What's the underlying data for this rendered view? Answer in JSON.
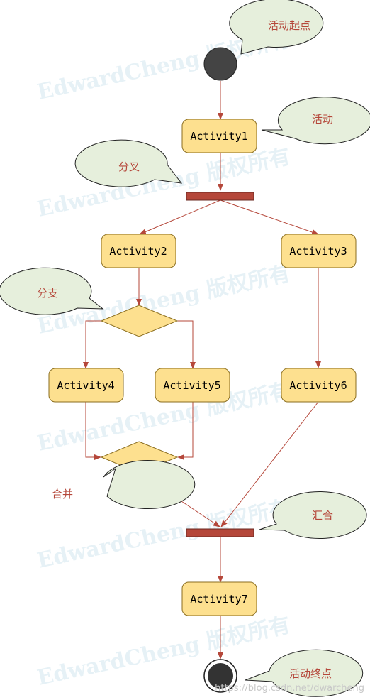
{
  "watermark": "EdwardCheng 版权所有",
  "source_url": "https://blog.csdn.net/dwarcheng",
  "activities": [
    {
      "id": "a1",
      "label": "Activity1"
    },
    {
      "id": "a2",
      "label": "Activity2"
    },
    {
      "id": "a3",
      "label": "Activity3"
    },
    {
      "id": "a4",
      "label": "Activity4"
    },
    {
      "id": "a5",
      "label": "Activity5"
    },
    {
      "id": "a6",
      "label": "Activity6"
    },
    {
      "id": "a7",
      "label": "Activity7"
    }
  ],
  "notes": {
    "start": "活动起点",
    "activity": "活动",
    "fork": "分叉",
    "branch": "分支",
    "merge": "合并",
    "join": "汇合",
    "end": "活动终点"
  },
  "colors": {
    "activity_fill": "#fde08f",
    "activity_stroke": "#8a6d1f",
    "arrow": "#b5473a",
    "bar": "#b5473a",
    "note_fill": "#e6efdc",
    "note_text": "#b5473a",
    "node_fill": "#444444"
  }
}
